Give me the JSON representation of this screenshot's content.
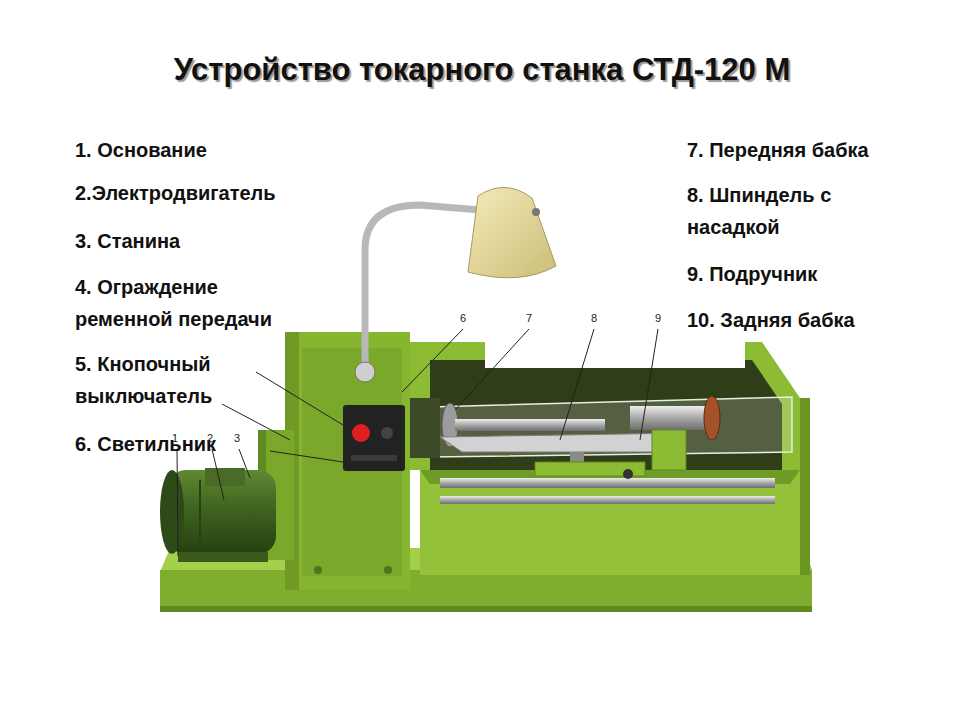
{
  "diagram": {
    "title": "Устройство токарного станка СТД-120 М",
    "labels": [
      "1. Основание",
      "2.Электродвигатель",
      "3. Станина",
      "4. Ограждение ременной передачи",
      "5. Кнопочный выключатель",
      "6. Светильник",
      "7. Передняя бабка",
      "8. Шпиндель с насадкой",
      "9. Подручник",
      "10. Задняя бабка",
      "1",
      "2",
      "3",
      "6",
      "7",
      "8",
      "9"
    ]
  }
}
